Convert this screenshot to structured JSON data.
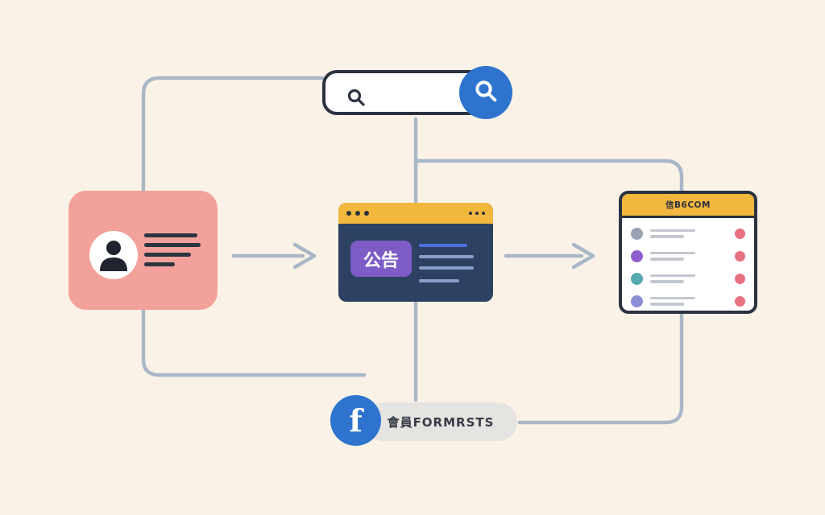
{
  "illustration": {
    "background": "#faf2e7",
    "connector_color": "#a9b7c7"
  },
  "search_bar": {
    "bar_icon": "search-icon",
    "button": {
      "icon": "search-icon",
      "color": "#2e74cf"
    }
  },
  "profile_card": {
    "color": "#f2a29b",
    "avatar_icon": "person-icon",
    "text_line_count": 4
  },
  "browser_card": {
    "header_color": "#f2b73d",
    "body_color": "#2d4262",
    "badge": {
      "text": "公告",
      "color": "#7d5cc6"
    },
    "accent_line_color": "#4e6fe0",
    "text_line_count": 4
  },
  "list_card": {
    "header": {
      "text": "信B6COM",
      "color": "#f2b73d"
    },
    "rows": [
      {
        "left_icon": "avatar-dot",
        "left_icon_color": "#9aa3b2",
        "right_icon": "action-dot",
        "right_icon_color": "#e8717f"
      },
      {
        "left_icon": "avatar-dot",
        "left_icon_color": "#8f5fd0",
        "right_icon": "action-dot",
        "right_icon_color": "#e8717f"
      },
      {
        "left_icon": "avatar-dot",
        "left_icon_color": "#55a8ad",
        "right_icon": "action-dot",
        "right_icon_color": "#e8717f"
      },
      {
        "left_icon": "avatar-dot",
        "left_icon_color": "#8c8fd6",
        "right_icon": "action-dot",
        "right_icon_color": "#e8717f"
      }
    ]
  },
  "social": {
    "facebook_letter": "f",
    "facebook_color": "#2e74cf",
    "pill_text": "會員FORMRSTS",
    "pill_color": "#e6e4e1"
  }
}
